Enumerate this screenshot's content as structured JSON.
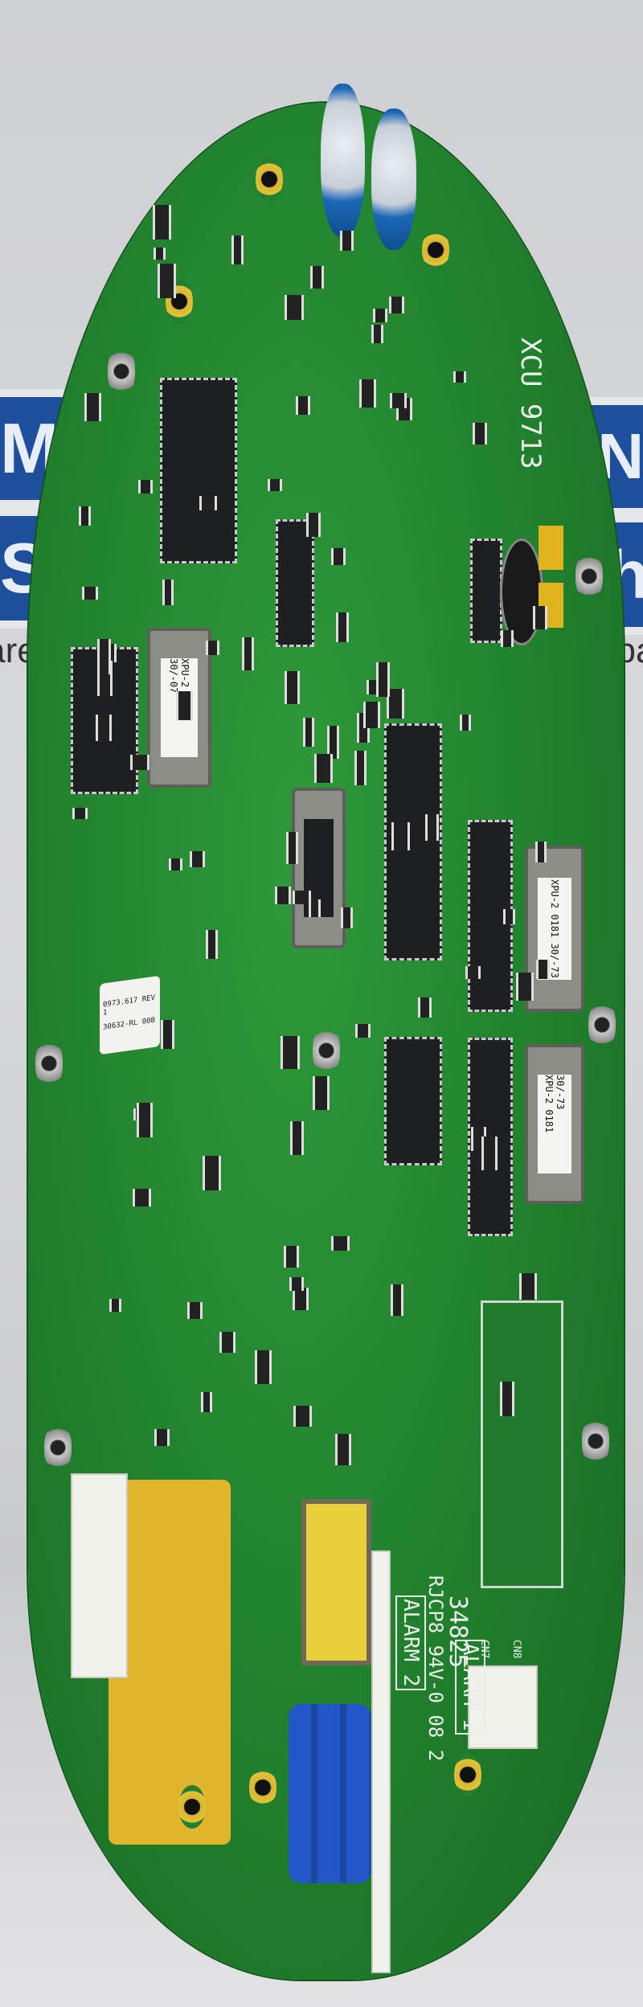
{
  "background_banners": {
    "left": {
      "line1": "Marine",
      "line2": "Ship S",
      "url": "rpspare.c"
    },
    "right": {
      "line1": "SN Ma",
      "line2": "Ship",
      "url": "ospare.c"
    },
    "banner_color": "#1d4f9c"
  },
  "board": {
    "color": "#21802d",
    "silkscreen_title": "XCU 9713",
    "chip_labels": {
      "xpu_left": "XPU-2 0181 30/-07",
      "right_top": "XPU-2 0181 30/-73",
      "right_bottom": "XPU-2 0181 30/-73"
    },
    "sticker": {
      "line1": "0973.617 REV 1",
      "line2": "30632-RL   00B"
    },
    "marking_line1": "RJCP8 94V-0 08 2",
    "marking_line2": "34825",
    "alarm_2": "ALARM 2",
    "alarm_1": "ALARM 1",
    "connector_cn7": "CN7",
    "connector_cn8": "CN8"
  }
}
